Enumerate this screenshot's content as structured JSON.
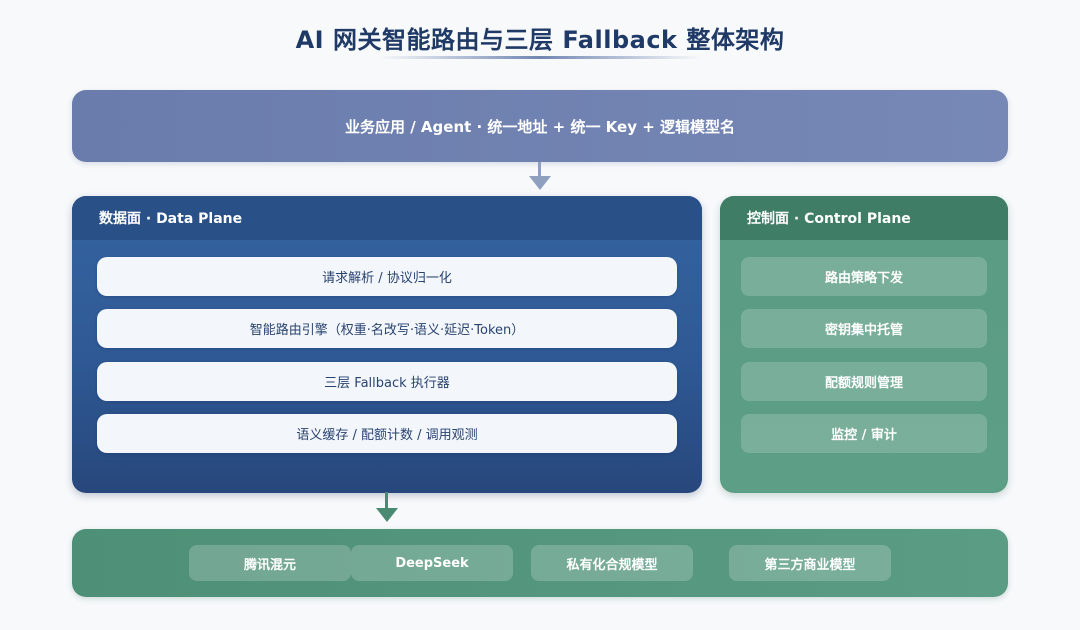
{
  "title": "AI 网关智能路由与三层 Fallback 整体架构",
  "client_layer": {
    "label": "业务应用 / Agent · 统一地址 + 统一 Key + 逻辑模型名"
  },
  "data_plane": {
    "header": "数据面 · Data Plane",
    "items": [
      "请求解析 / 协议归一化",
      "智能路由引擎（权重·名改写·语义·延迟·Token）",
      "三层 Fallback 执行器",
      "语义缓存 / 配额计数 / 调用观测"
    ]
  },
  "control_plane": {
    "header": "控制面 · Control Plane",
    "items": [
      "路由策略下发",
      "密钥集中托管",
      "配额规则管理",
      "监控 / 审计"
    ]
  },
  "models": {
    "items": [
      "腾讯混元",
      "DeepSeek",
      "私有化合规模型",
      "第三方商业模型"
    ]
  },
  "colors": {
    "title": "#1f3a66",
    "client_bar": "#6a7cac",
    "data_plane": "#2f5994",
    "control_plane": "#5a9c83",
    "model_bar": "#4e9077"
  },
  "icons": {
    "arrow_to_data_plane": "arrow-down-icon",
    "arrow_to_models": "arrow-down-icon"
  }
}
